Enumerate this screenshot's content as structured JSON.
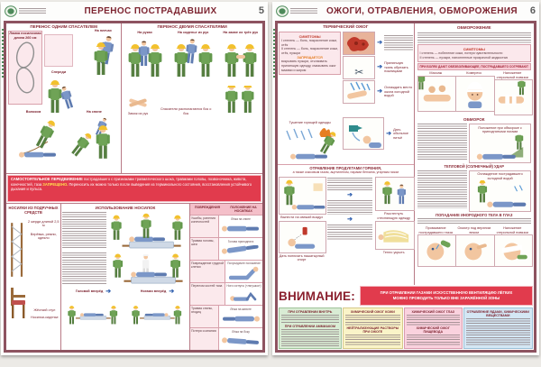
{
  "colors": {
    "accent": "#7d2430",
    "frame": "#8d5360",
    "banner_red": "#e13b4d",
    "pink": "#fbe8ec",
    "worker_green": "#6fa356",
    "helmet_yellow": "#f2c12e",
    "victim_blue": "#7b97c8"
  },
  "icons": {
    "scissors": "✂"
  },
  "p5": {
    "title": "ПЕРЕНОС ПОСТРАДАВШИХ",
    "number": "5",
    "one": {
      "heading": "ПЕРЕНОС ОДНИМ СПАСАТЕЛЕМ",
      "strap": "Лямка носилочная длина 260 см",
      "cap_shoulder": "На плечах",
      "cap_front": "Спереди",
      "cap_drag": "Волоком",
      "cap_back": "На спине"
    },
    "two": {
      "heading": "ПЕРЕНОС ДВУМЯ СПАСАТЕЛЯМИ",
      "cap1": "На руках",
      "cap2": "На сиденье из рук",
      "cap3": "На замке из трёх рук",
      "note": "Спасатели располагаются бок о бок",
      "lock": "Замок из рук"
    },
    "ban": {
      "lead": "САМОСТОЯТЕЛЬНОЕ ПЕРЕДВИЖЕНИЕ",
      "body": "пострадавшего с признаками травматического шока, травмами головы, позвоночника, живота, конечностей, таза",
      "stop": "ЗАПРЕЩЕНО.",
      "tail": "Переносить их можно только после выведения из терминального состояния, восстановления устойчивого дыхания и пульса."
    },
    "impro": {
      "heading": "НОСИЛКИ ИЗ ПОДРУЧНЫХ СРЕДСТВ",
      "l1": "2 жерди длиной 2,5 м",
      "l2": "Верёвка, ремни, одеяло",
      "l3": "Жёсткий стул",
      "l4": "Носилки-сиденье"
    },
    "use": {
      "heading": "ИСПОЛЬЗОВАНИЕ НОСИЛОК",
      "cap_head": "Головой вперёд",
      "cap_feet": "Ногами вперёд"
    },
    "table": {
      "h1": "ПОВРЕЖДЕНИЯ",
      "h2": "ПОЛОЖЕНИЕ НА НОСИЛКАХ",
      "rows": [
        {
          "i": "Ушибы, ранения конечностей",
          "p": "Лёжа на спине"
        },
        {
          "i": "Травма головы, шеи",
          "p": "Голова приподнята"
        },
        {
          "i": "Повреждение грудной клетки",
          "p": "Полусидячее положение"
        },
        {
          "i": "Перелом костей таза",
          "p": "Ноги согнуты («лягушка»)"
        },
        {
          "i": "Травма спины, ягодиц",
          "p": "Лёжа на животе"
        },
        {
          "i": "Потеря сознания",
          "p": "Лёжа на боку"
        }
      ]
    }
  },
  "p6": {
    "title": "ОЖОГИ, ОТРАВЛЕНИЯ, ОБМОРОЖЕНИЯ",
    "number": "6",
    "thermal": {
      "heading": "ТЕРМИЧЕСКИЙ ОЖОГ",
      "sym": "СИМПТОМЫ",
      "d1": "I степень — боль, покраснение кожи, отёк",
      "d2": "II степень — боль, покраснение кожи, отёк, пузыри",
      "forb": "ЗАПРЕЩАЕТСЯ",
      "forb_txt": "вскрывать пузыри, отслаивать прилипшую одежду, смазывать ожог мазями и жиром",
      "fire": "Тушение горящей одежды",
      "s2": "Прилипшую ткань обрезать ножницами",
      "s3": "Охлаждать место ожога холодной водой",
      "s4": "Дать обильное питьё"
    },
    "frost": {
      "heading": "ОБМОРОЖЕНИЕ",
      "sym": "СИМПТОМЫ",
      "d1": "I степень — побеление кожи, потеря чувствительности",
      "d2": "II степень — пузыри, наполненные прозрачной жидкостью",
      "note": "ПРИ БОЛЯХ ДАЮТ ОБЕЗБОЛИВАЮЩЕЕ, ПОСТРАДАВШЕГО СОГРЕВАЮТ",
      "c1": "Массаж",
      "c2": "Компресс",
      "c3": "Наложение стерильной повязки"
    },
    "pois": {
      "heading": "ОТРАВЛЕНИЕ ПРОДУКТАМИ ГОРЕНИЯ,",
      "sub": "а также коксовым газом, ацетиленом, парами бензина, угарным газом",
      "c1": "Вынести на свежий воздух",
      "c2": "Дать понюхать нашатырный спирт",
      "c3": "Расстегнуть стесняющую одежду",
      "c4": "Тепло укрыть"
    },
    "faint": {
      "heading": "ОБМОРОК",
      "cap": "Положение при обмороке с приподнятыми ногами"
    },
    "heat": {
      "heading": "ТЕПЛОВОЙ (СОЛНЕЧНЫЙ) УДАР",
      "cap": "Охлаждение пострадавшего холодной водой"
    },
    "eye": {
      "heading": "ПОПАДАНИЕ ИНОРОДНОГО ТЕЛА В ГЛАЗ",
      "c1": "Промывание пострадавшего глаза",
      "c2": "Осмотр под верхним веком",
      "c3": "Наложение стерильной повязки"
    },
    "attn": {
      "label": "ВНИМАНИЕ:",
      "l1": "ПРИ ОТРАВЛЕНИИ ГАЗАМИ ИСКУССТВЕННУЮ ВЕНТИЛЯЦИЮ ЛЁГКИХ",
      "l2": "МОЖНО ПРОВОДИТЬ ТОЛЬКО ВНЕ ЗАРАЖЁННОЙ ЗОНЫ"
    },
    "boxes": [
      {
        "t": "ПРИ ОТРАВЛЕНИИ ВНУТРЬ",
        "t2": "ПРИ ОТРАВЛЕНИИ АММИАКОМ"
      },
      {
        "t": "ХИМИЧЕСКИЙ ОЖОГ КОЖИ",
        "t2": "НЕЙТРАЛИЗУЮЩИЕ РАСТВОРЫ ПРИ ОЖОГЕ"
      },
      {
        "t": "ХИМИЧЕСКИЙ ОЖОГ ГЛАЗ",
        "t2": "ХИМИЧЕСКИЙ ОЖОГ ПИЩЕВОДА"
      },
      {
        "t": "ОТРАВЛЕНИЕ ЯДАМИ, ХИМИЧЕСКИМИ ВЕЩЕСТВАМИ",
        "t2": ""
      }
    ]
  }
}
